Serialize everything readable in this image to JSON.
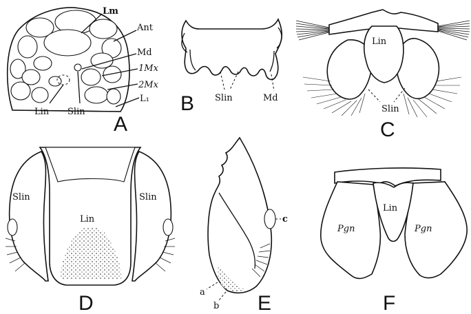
{
  "panels": {
    "A": {
      "letter": "A",
      "labels": {
        "lm": "Lm",
        "ant": "Ant",
        "md": "Md",
        "mx1": "1Mx",
        "mx2": "2Mx",
        "l1": "L₁",
        "lin": "Lin",
        "slin": "Slin"
      }
    },
    "B": {
      "letter": "B",
      "labels": {
        "slin": "Slin",
        "md": "Md"
      }
    },
    "C": {
      "letter": "C",
      "labels": {
        "lin": "Lin",
        "slin": "Slin"
      }
    },
    "D": {
      "letter": "D",
      "labels": {
        "slin_left": "Slin",
        "slin_right": "Slin",
        "lin": "Lin"
      }
    },
    "E": {
      "letter": "E",
      "labels": {
        "a": "a",
        "b": "b",
        "c": "c"
      }
    },
    "F": {
      "letter": "F",
      "labels": {
        "lin": "Lin",
        "pgn_left": "Pgn",
        "pgn_right": "Pgn"
      }
    }
  }
}
